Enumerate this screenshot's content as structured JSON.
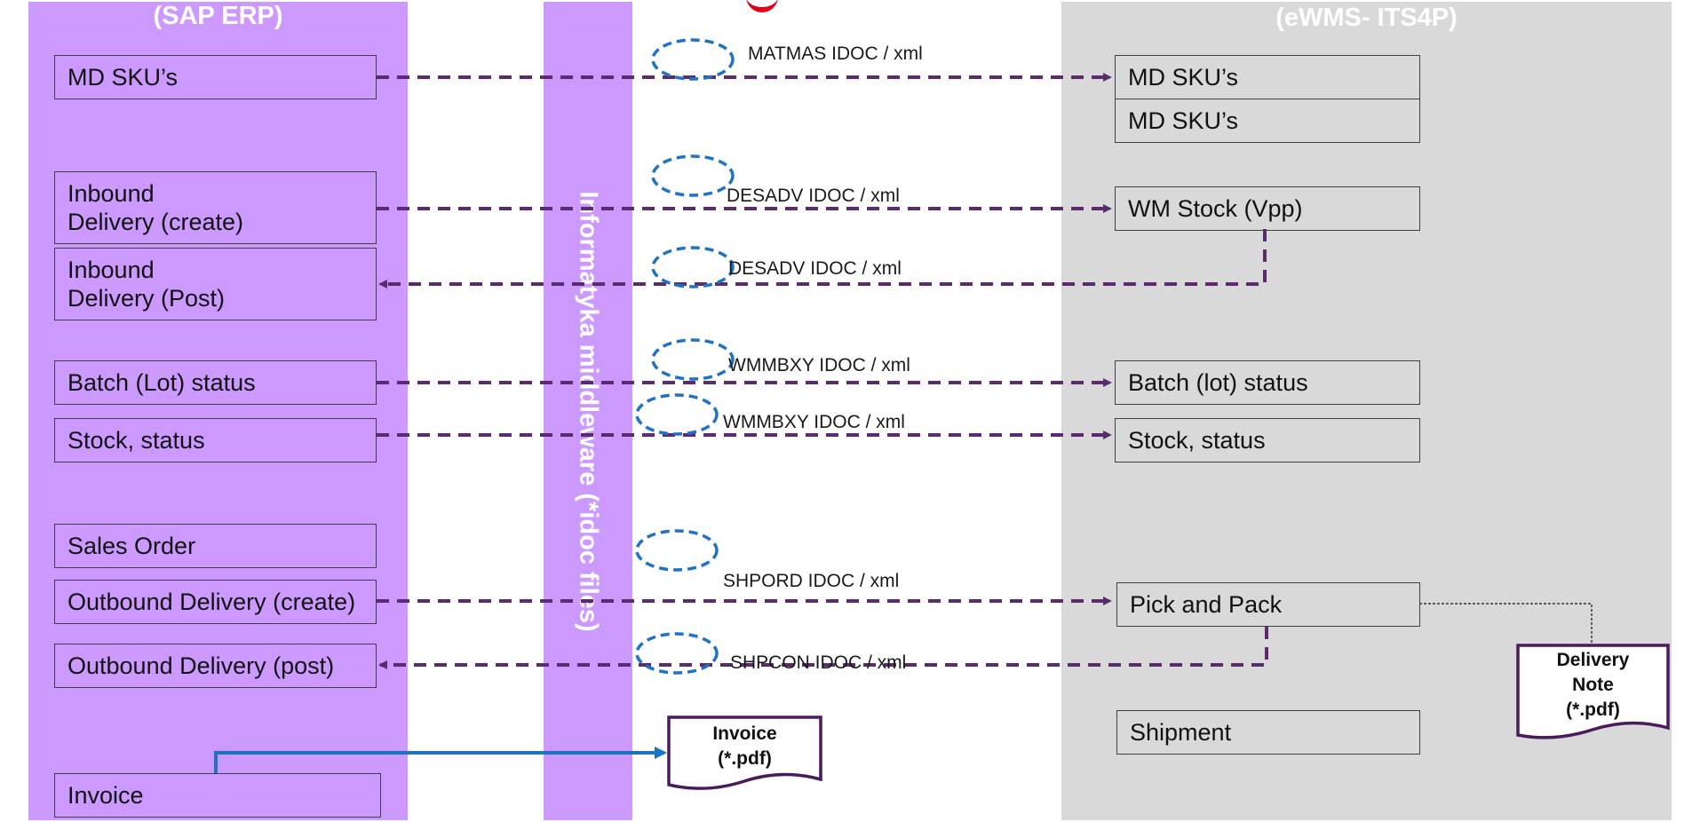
{
  "columns": {
    "sap": "(SAP ERP)",
    "ewms": "(eWMS- ITS4P)",
    "middleware": "Informatyka middleware (*idoc files)"
  },
  "sap_boxes": {
    "md_sku": "MD SKU’s",
    "inbound_create_1": "Inbound",
    "inbound_create_2": "Delivery (create)",
    "inbound_post_1": "Inbound",
    "inbound_post_2": "Delivery (Post)",
    "batch_status": "Batch (Lot) status",
    "stock_status": "Stock, status",
    "sales_order": "Sales Order",
    "outbound_create": "Outbound Delivery (create)",
    "outbound_post": "Outbound Delivery (post)",
    "invoice": "Invoice"
  },
  "ewms_boxes": {
    "md_sku_1": "MD SKU’s",
    "md_sku_2": "MD SKU’s",
    "wm_stock": "WM Stock (Vpp)",
    "batch_status": "Batch (lot) status",
    "stock_status": "Stock, status",
    "pick_pack": "Pick and Pack",
    "shipment": "Shipment"
  },
  "flows": {
    "matmas": "MATMAS IDOC / xml",
    "desadv_out": "DESADV IDOC / xml",
    "desadv_in": "DESADV IDOC / xml",
    "wmmbxy_1": "WMMBXY IDOC / xml",
    "wmmbxy_2": "WMMBXY IDOC / xml",
    "shpord": "SHPORD IDOC / xml",
    "shpcon": "SHPCON IDOC / xml"
  },
  "documents": {
    "invoice_1": "Invoice",
    "invoice_2": "(*.pdf)",
    "delivery_1": "Delivery",
    "delivery_2": "Note",
    "delivery_3": "(*.pdf)"
  },
  "colors": {
    "sap_band": "#cc99ff",
    "middleware_band": "#cc99ff",
    "ewms_band": "#d9d9d9",
    "flow_arrow": "#5c2a6e",
    "invoice_arrow": "#1f73c6",
    "idoc_circle": "#1f73c6",
    "document_border": "#4a1a5c"
  }
}
